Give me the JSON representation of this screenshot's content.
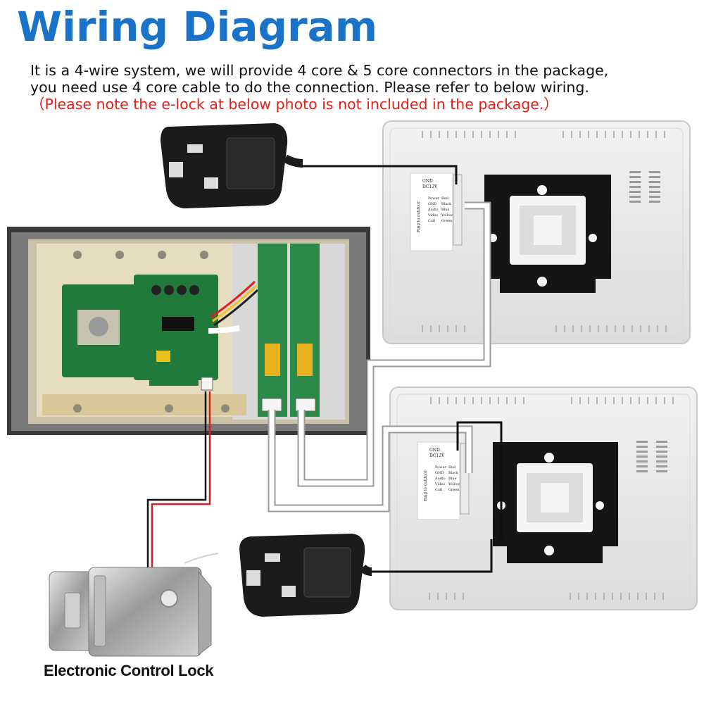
{
  "header": {
    "title": "Wiring Diagram",
    "line1": "It is a 4-wire system, we will provide 4 core & 5 core connectors in the package,",
    "line2": "you need use 4 core cable to do the connection. Please refer to below wiring.",
    "note": "（Please note the e-lock at below photo is not included in the package.）"
  },
  "lock": {
    "caption": "Electronic Control Lock"
  },
  "monitor_panel": {
    "gnd": "GND",
    "dc": "DC12V",
    "ring": "Ring to outdoor",
    "rows": [
      {
        "name": "Power",
        "color": "Red"
      },
      {
        "name": "GND",
        "color": "Black"
      },
      {
        "name": "Audio",
        "color": "Blue"
      },
      {
        "name": "Video",
        "color": "Yellow"
      },
      {
        "name": "Call",
        "color": "Green"
      }
    ]
  },
  "colors": {
    "title": "#1a73c8",
    "note": "#e0201b",
    "wire_white": "#ffffff",
    "wire_black": "#111111",
    "wire_red": "#d21f1f",
    "pcb_green": "#1f7a3c"
  }
}
